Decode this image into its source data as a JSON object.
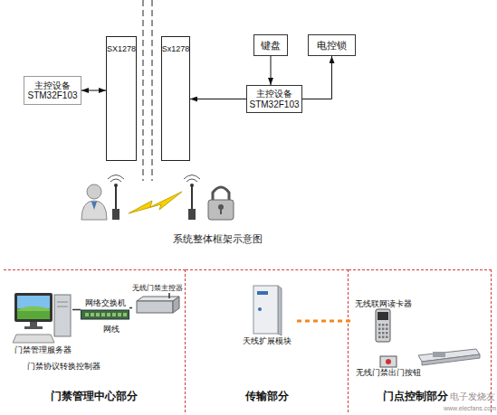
{
  "diagram": {
    "caption": "系统整体框架示意图",
    "nodes": [
      {
        "text": [
          "键盘"
        ]
      },
      {
        "text": [
          "电控锁"
        ]
      },
      {
        "text": [
          "主控设备 STM32F103"
        ]
      },
      {
        "text": [
          "SX1278"
        ]
      },
      {
        "text": [
          "Sx1278"
        ]
      },
      {
        "text": [
          "主控设备 STM32F103"
        ]
      },
      {
        "text": [
          "门禁管理中心部分"
        ]
      },
      {
        "text": [
          "门禁管理服务器"
        ],
        "in": 6
      },
      {
        "text": [
          "网络交换机"
        ],
        "in": 6
      },
      {
        "text": [
          "无线门禁主控器"
        ],
        "in": 6
      },
      {
        "text": [
          "传输部分"
        ]
      },
      {
        "text": [
          "天线扩展模块"
        ],
        "in": 10
      },
      {
        "text": [
          "门点控制部分"
        ]
      },
      {
        "text": [
          "无线联网读卡器"
        ],
        "in": 12
      },
      {
        "text": [
          "无线门禁出门按钮"
        ],
        "in": 12
      }
    ],
    "edges": [
      {
        "from": 2,
        "to": 3,
        "arrow": "both"
      },
      {
        "from": 5,
        "to": 4,
        "arrow": "to"
      },
      {
        "from": 0,
        "to": 5,
        "arrow": "to"
      },
      {
        "from": 5,
        "to": 1,
        "arrow": "to"
      },
      {
        "from": 7,
        "to": 8,
        "arrow": "none"
      },
      {
        "from": 8,
        "to": 9,
        "arrow": "none"
      },
      {
        "from": 11,
        "to": 13,
        "arrow": "none"
      }
    ],
    "labels": [
      "网线",
      "门禁协议转换控制器",
      "电子发烧友",
      "www.elecfans.com"
    ]
  }
}
